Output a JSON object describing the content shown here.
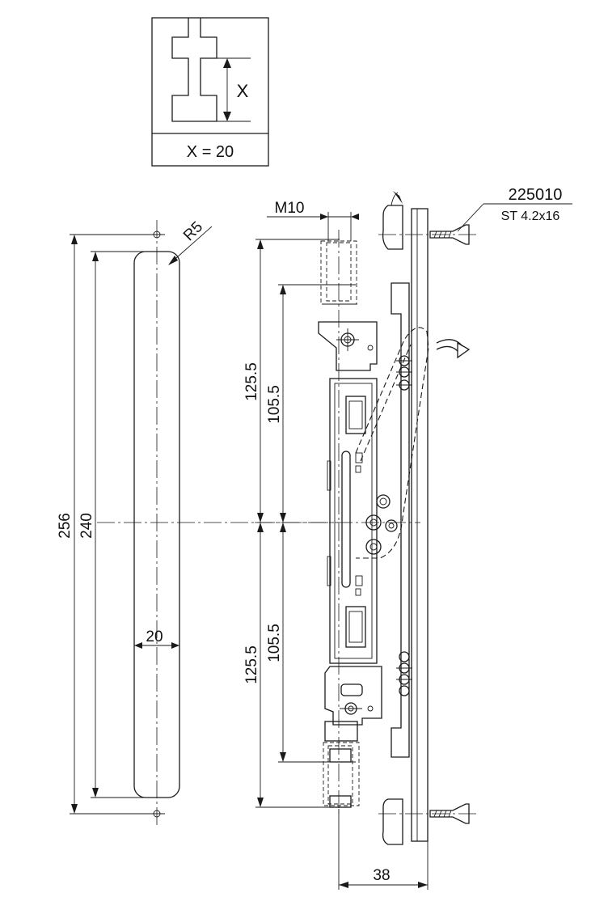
{
  "detail_box": {
    "label_x": "X",
    "formula": "X = 20"
  },
  "part": {
    "number": "225010",
    "screw_spec": "ST 4.2x16"
  },
  "dimensions": {
    "overall_length": "256",
    "slot_length": "240",
    "radius": "R5",
    "slot_width": "20",
    "thread": "M10",
    "upper_outer": "125.5",
    "upper_inner": "105.5",
    "lower_outer": "125.5",
    "lower_inner": "105.5",
    "depth": "38"
  }
}
